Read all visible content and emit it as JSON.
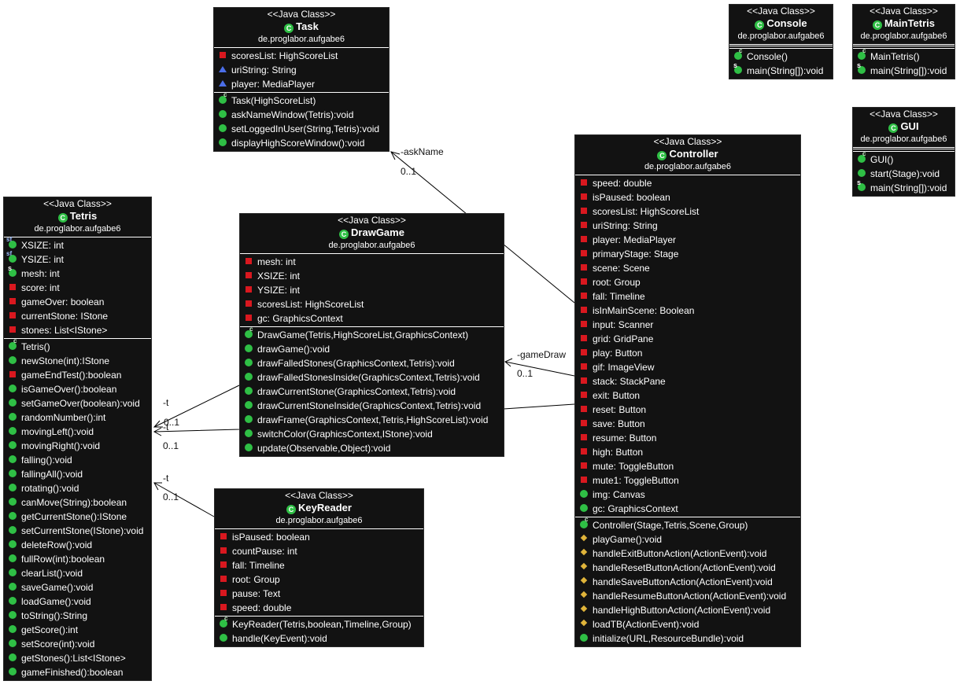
{
  "classes": {
    "task": {
      "stereotype": "<<Java Class>>",
      "name": "Task",
      "package": "de.proglabor.aufgabe6",
      "attributes": [
        {
          "icon": "private-field-icon",
          "text": "scoresList: HighScoreList"
        },
        {
          "icon": "package-field-icon",
          "text": "uriString: String"
        },
        {
          "icon": "package-field-icon",
          "text": "player: MediaPlayer"
        }
      ],
      "methods": [
        {
          "icon": "constructor-icon",
          "text": "Task(HighScoreList)"
        },
        {
          "icon": "public-method-icon",
          "text": "askNameWindow(Tetris):void"
        },
        {
          "icon": "public-method-icon",
          "text": "setLoggedInUser(String,Tetris):void"
        },
        {
          "icon": "public-method-icon",
          "text": "displayHighScoreWindow():void"
        }
      ]
    },
    "console": {
      "stereotype": "<<Java Class>>",
      "name": "Console",
      "package": "de.proglabor.aufgabe6",
      "attributes": [],
      "methods": [
        {
          "icon": "constructor-icon",
          "text": "Console()"
        },
        {
          "icon": "static-method-icon",
          "text": "main(String[]):void"
        }
      ]
    },
    "maintetris": {
      "stereotype": "<<Java Class>>",
      "name": "MainTetris",
      "package": "de.proglabor.aufgabe6",
      "attributes": [],
      "methods": [
        {
          "icon": "constructor-icon",
          "text": "MainTetris()"
        },
        {
          "icon": "static-method-icon",
          "text": "main(String[]):void"
        }
      ]
    },
    "gui": {
      "stereotype": "<<Java Class>>",
      "name": "GUI",
      "package": "de.proglabor.aufgabe6",
      "attributes": [],
      "methods": [
        {
          "icon": "constructor-icon",
          "text": "GUI()"
        },
        {
          "icon": "public-method-icon",
          "text": "start(Stage):void"
        },
        {
          "icon": "static-method-icon",
          "text": "main(String[]):void"
        }
      ]
    },
    "controller": {
      "stereotype": "<<Java Class>>",
      "name": "Controller",
      "package": "de.proglabor.aufgabe6",
      "attributes": [
        {
          "icon": "private-field-icon",
          "text": "speed: double"
        },
        {
          "icon": "private-field-icon",
          "text": "isPaused: boolean"
        },
        {
          "icon": "private-field-icon",
          "text": "scoresList: HighScoreList"
        },
        {
          "icon": "private-field-icon",
          "text": "uriString: String"
        },
        {
          "icon": "private-field-icon",
          "text": "player: MediaPlayer"
        },
        {
          "icon": "private-field-icon",
          "text": "primaryStage: Stage"
        },
        {
          "icon": "private-field-icon",
          "text": "scene: Scene"
        },
        {
          "icon": "private-field-icon",
          "text": "root: Group"
        },
        {
          "icon": "private-field-icon",
          "text": "fall: Timeline"
        },
        {
          "icon": "private-field-icon",
          "text": "isInMainScene: Boolean"
        },
        {
          "icon": "private-field-icon",
          "text": "input: Scanner"
        },
        {
          "icon": "private-field-icon",
          "text": "grid: GridPane"
        },
        {
          "icon": "private-field-icon",
          "text": "play: Button"
        },
        {
          "icon": "private-field-icon",
          "text": "gif: ImageView"
        },
        {
          "icon": "private-field-icon",
          "text": "stack: StackPane"
        },
        {
          "icon": "private-field-icon",
          "text": "exit: Button"
        },
        {
          "icon": "private-field-icon",
          "text": "reset: Button"
        },
        {
          "icon": "private-field-icon",
          "text": "save: Button"
        },
        {
          "icon": "private-field-icon",
          "text": "resume: Button"
        },
        {
          "icon": "private-field-icon",
          "text": "high: Button"
        },
        {
          "icon": "private-field-icon",
          "text": "mute: ToggleButton"
        },
        {
          "icon": "private-field-icon",
          "text": "mute1: ToggleButton"
        },
        {
          "icon": "public-field-icon",
          "text": "img: Canvas"
        },
        {
          "icon": "public-field-icon",
          "text": "gc: GraphicsContext"
        }
      ],
      "methods": [
        {
          "icon": "constructor-icon",
          "text": "Controller(Stage,Tetris,Scene,Group)"
        },
        {
          "icon": "protected-method-icon",
          "text": "playGame():void"
        },
        {
          "icon": "protected-method-icon",
          "text": "handleExitButtonAction(ActionEvent):void"
        },
        {
          "icon": "protected-method-icon",
          "text": "handleResetButtonAction(ActionEvent):void"
        },
        {
          "icon": "protected-method-icon",
          "text": "handleSaveButtonAction(ActionEvent):void"
        },
        {
          "icon": "protected-method-icon",
          "text": "handleResumeButtonAction(ActionEvent):void"
        },
        {
          "icon": "protected-method-icon",
          "text": "handleHighButtonAction(ActionEvent):void"
        },
        {
          "icon": "protected-method-icon",
          "text": "loadTB(ActionEvent):void"
        },
        {
          "icon": "public-method-icon",
          "text": "initialize(URL,ResourceBundle):void"
        }
      ]
    },
    "drawgame": {
      "stereotype": "<<Java Class>>",
      "name": "DrawGame",
      "package": "de.proglabor.aufgabe6",
      "attributes": [
        {
          "icon": "private-field-icon",
          "text": "mesh: int"
        },
        {
          "icon": "private-field-icon",
          "text": "XSIZE: int"
        },
        {
          "icon": "private-field-icon",
          "text": "YSIZE: int"
        },
        {
          "icon": "private-field-icon",
          "text": "scoresList: HighScoreList"
        },
        {
          "icon": "private-field-icon",
          "text": "gc: GraphicsContext"
        }
      ],
      "methods": [
        {
          "icon": "constructor-icon",
          "text": "DrawGame(Tetris,HighScoreList,GraphicsContext)"
        },
        {
          "icon": "public-method-icon",
          "text": "drawGame():void"
        },
        {
          "icon": "public-method-icon",
          "text": "drawFalledStones(GraphicsContext,Tetris):void"
        },
        {
          "icon": "public-method-icon",
          "text": "drawFalledStonesInside(GraphicsContext,Tetris):void"
        },
        {
          "icon": "public-method-icon",
          "text": "drawCurrentStone(GraphicsContext,Tetris):void"
        },
        {
          "icon": "public-method-icon",
          "text": "drawCurrentStoneInside(GraphicsContext,Tetris):void"
        },
        {
          "icon": "public-method-icon",
          "text": "drawFrame(GraphicsContext,Tetris,HighScoreList):void"
        },
        {
          "icon": "public-method-icon",
          "text": "switchColor(GraphicsContext,IStone):void"
        },
        {
          "icon": "public-method-icon",
          "text": "update(Observable,Object):void"
        }
      ]
    },
    "tetris": {
      "stereotype": "<<Java Class>>",
      "name": "Tetris",
      "package": "de.proglabor.aufgabe6",
      "attributes": [
        {
          "icon": "static-final-field-icon",
          "text": "XSIZE: int"
        },
        {
          "icon": "static-final-field-icon",
          "text": "YSIZE: int"
        },
        {
          "icon": "static-field-icon",
          "text": "mesh: int"
        },
        {
          "icon": "private-field-icon",
          "text": "score: int"
        },
        {
          "icon": "private-field-icon",
          "text": "gameOver: boolean"
        },
        {
          "icon": "private-field-icon",
          "text": "currentStone: IStone"
        },
        {
          "icon": "private-field-icon",
          "text": "stones: List<IStone>"
        }
      ],
      "methods": [
        {
          "icon": "constructor-icon",
          "text": "Tetris()"
        },
        {
          "icon": "public-method-icon",
          "text": "newStone(int):IStone"
        },
        {
          "icon": "private-method-icon",
          "text": "gameEndTest():boolean"
        },
        {
          "icon": "public-method-icon",
          "text": "isGameOver():boolean"
        },
        {
          "icon": "public-method-icon",
          "text": "setGameOver(boolean):void"
        },
        {
          "icon": "public-method-icon",
          "text": "randomNumber():int"
        },
        {
          "icon": "public-method-icon",
          "text": "movingLeft():void"
        },
        {
          "icon": "public-method-icon",
          "text": "movingRight():void"
        },
        {
          "icon": "public-method-icon",
          "text": "falling():void"
        },
        {
          "icon": "public-method-icon",
          "text": "fallingAll():void"
        },
        {
          "icon": "public-method-icon",
          "text": "rotating():void"
        },
        {
          "icon": "public-method-icon",
          "text": "canMove(String):boolean"
        },
        {
          "icon": "public-method-icon",
          "text": "getCurrentStone():IStone"
        },
        {
          "icon": "public-method-icon",
          "text": "setCurrentStone(IStone):void"
        },
        {
          "icon": "public-method-icon",
          "text": "deleteRow():void"
        },
        {
          "icon": "public-method-icon",
          "text": "fullRow(int):boolean"
        },
        {
          "icon": "public-method-icon",
          "text": "clearList():void"
        },
        {
          "icon": "public-method-icon",
          "text": "saveGame():void"
        },
        {
          "icon": "public-method-icon",
          "text": "loadGame():void"
        },
        {
          "icon": "public-method-icon",
          "text": "toString():String"
        },
        {
          "icon": "public-method-icon",
          "text": "getScore():int"
        },
        {
          "icon": "public-method-icon",
          "text": "setScore(int):void"
        },
        {
          "icon": "public-method-icon",
          "text": "getStones():List<IStone>"
        },
        {
          "icon": "public-method-icon",
          "text": "gameFinished():boolean"
        }
      ]
    },
    "keyreader": {
      "stereotype": "<<Java Class>>",
      "name": "KeyReader",
      "package": "de.proglabor.aufgabe6",
      "attributes": [
        {
          "icon": "private-field-icon",
          "text": "isPaused: boolean"
        },
        {
          "icon": "private-field-icon",
          "text": "countPause: int"
        },
        {
          "icon": "private-field-icon",
          "text": "fall: Timeline"
        },
        {
          "icon": "private-field-icon",
          "text": "root: Group"
        },
        {
          "icon": "private-field-icon",
          "text": "pause: Text"
        },
        {
          "icon": "private-field-icon",
          "text": "speed: double"
        }
      ],
      "methods": [
        {
          "icon": "constructor-icon",
          "text": "KeyReader(Tetris,boolean,Timeline,Group)"
        },
        {
          "icon": "public-method-icon",
          "text": "handle(KeyEvent):void"
        }
      ]
    }
  },
  "associations": {
    "ask_name": {
      "role": "-askName",
      "multiplicity": "0..1"
    },
    "game_draw": {
      "role": "-gameDraw",
      "multiplicity": "0..1"
    },
    "drawgame_t": {
      "role": "-t",
      "multiplicity": "0..1"
    },
    "controller_t": {
      "role": "-t",
      "multiplicity": "0..1"
    },
    "keyreader_t": {
      "role": "-t",
      "multiplicity": "0..1"
    }
  }
}
